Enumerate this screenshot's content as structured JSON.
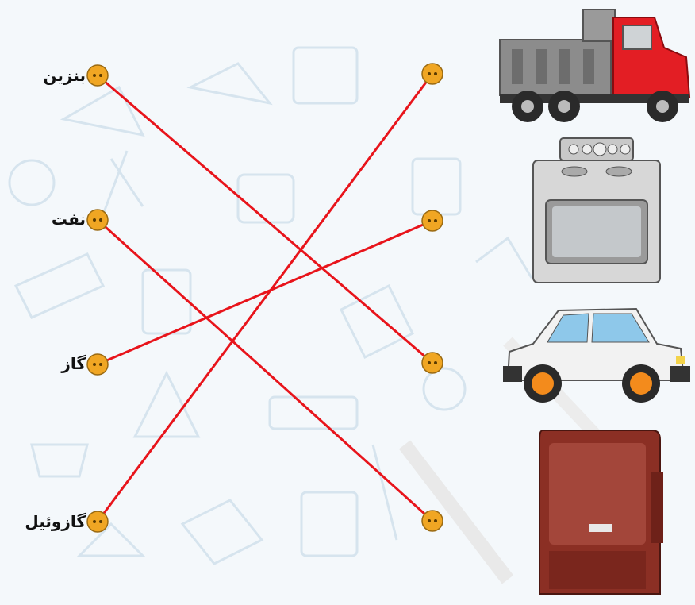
{
  "fuels": [
    {
      "id": "benzin",
      "label": "بنزین"
    },
    {
      "id": "naft",
      "label": "نفت"
    },
    {
      "id": "gaz",
      "label": "گاز"
    },
    {
      "id": "gazoil",
      "label": "گازوئیل"
    }
  ],
  "items": [
    {
      "id": "truck",
      "icon": "dump-truck-icon"
    },
    {
      "id": "stove",
      "icon": "gas-stove-icon"
    },
    {
      "id": "car",
      "icon": "car-icon"
    },
    {
      "id": "heater",
      "icon": "oil-heater-icon"
    }
  ],
  "connections": [
    {
      "from": "benzin",
      "to": "car"
    },
    {
      "from": "naft",
      "to": "heater"
    },
    {
      "from": "gaz",
      "to": "stove"
    },
    {
      "from": "gazoil",
      "to": "truck"
    }
  ],
  "colors": {
    "line": "#e8141b",
    "dot": "#f0a623",
    "truck": "#e31e24",
    "heater": "#8b2f24"
  }
}
